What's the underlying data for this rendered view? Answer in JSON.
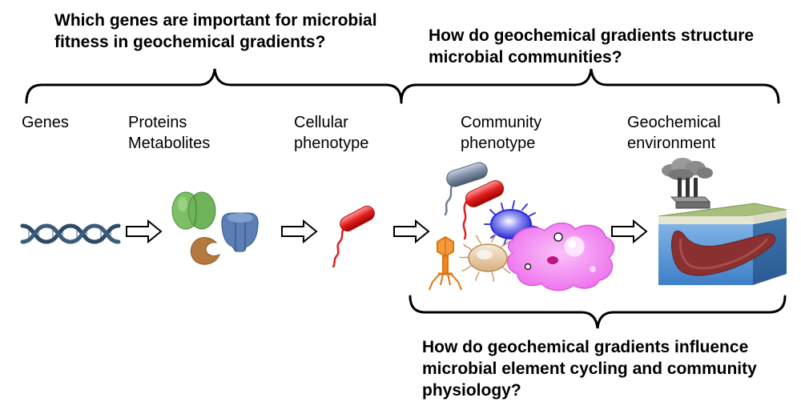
{
  "questions": {
    "top_left": "Which genes are important for microbial fitness in geochemical gradients?",
    "top_right": "How do geochemical gradients structure microbial communities?",
    "bottom": "How do geochemical gradients influence microbial element cycling and community physiology?"
  },
  "stages": [
    {
      "id": "genes",
      "label": "Genes",
      "icon": "dna-double-helix-icon"
    },
    {
      "id": "proteins",
      "label": "Proteins\nMetabolites",
      "icon": "protein-structures-icon"
    },
    {
      "id": "cellular",
      "label": "Cellular\nphenotype",
      "icon": "bacterium-icon"
    },
    {
      "id": "community",
      "label": "Community\nphenotype",
      "icon": "microbial-community-icon"
    },
    {
      "id": "environment",
      "label": "Geochemical\nenvironment",
      "icon": "sediment-block-icon"
    }
  ],
  "colors": {
    "dna": "#2f4a63",
    "protein_green": "#6fb35a",
    "protein_blue": "#5b7fb5",
    "metabolite_brown": "#b5783e",
    "bacterium_red": "#e01f1f",
    "bacterium_gray": "#6f7f95",
    "phage_orange": "#f0861e",
    "virus_blue": "#3a3ae0",
    "cell_tan": "#d8b07f",
    "amoeba_pink": "#f07af0",
    "sediment_brown": "#8a3030",
    "water_blue": "#4b8fd6",
    "grass_green": "#a6bf7a"
  }
}
